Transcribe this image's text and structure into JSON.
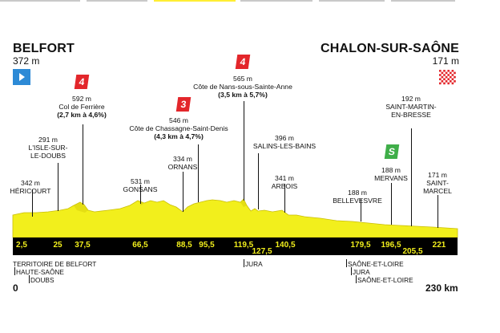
{
  "colors": {
    "profile_fill": "#f2ef1c",
    "profile_dark": "#d8cf0c",
    "km_band": "#000000",
    "cat_red": "#e3262b",
    "sprint_green": "#3fae49",
    "start_flag": "#2d8ad6",
    "finish_flag_red": "#e3262b",
    "topbar_yellow": "#ffee33",
    "topbar_grey": "#c9c9c9"
  },
  "start": {
    "name": "BELFORT",
    "altitude": "372 m",
    "flag_icon": "play-triangle-icon"
  },
  "finish": {
    "name": "CHALON-SUR-SAÔNE",
    "altitude": "171 m",
    "flag_icon": "checkered-flag-icon"
  },
  "axis": {
    "start_km": "0",
    "end_km": "230 km"
  },
  "places": [
    {
      "line1": "342 m",
      "line2": "HÉRICOURT"
    },
    {
      "line1": "291 m",
      "line2": "L'ISLE-SUR-",
      "line3": "LE-DOUBS"
    },
    {
      "line1": "592 m",
      "line2": "Col de Ferrière",
      "line3": "(2,7 km à 4,6%)"
    },
    {
      "line1": "531 m",
      "line2": "GONSANS"
    },
    {
      "line1": "334 m",
      "line2": "ORNANS"
    },
    {
      "line1": "546 m",
      "line2": "Côte de Chassagne-Saint-Denis",
      "line3": "(4,3 km à 4,7%)"
    },
    {
      "line1": "565 m",
      "line2": "Côte de Nans-sous-Sainte-Anne",
      "line3": "(3,5 km à 5,7%)"
    },
    {
      "line1": "396 m",
      "line2": "SALINS-LES-BAINS"
    },
    {
      "line1": "341 m",
      "line2": "ARBOIS"
    },
    {
      "line1": "188 m",
      "line2": "BELLEVESVRE"
    },
    {
      "line1": "188 m",
      "line2": "MERVANS"
    },
    {
      "line1": "192 m",
      "line2": "SAINT-MARTIN-",
      "line3": "EN-BRESSE"
    },
    {
      "line1": "171 m",
      "line2": "SAINT-",
      "line3": "MARCEL"
    }
  ],
  "climb_categories": [
    {
      "label": "4",
      "icon": "category-4-climb-icon"
    },
    {
      "label": "3",
      "icon": "category-3-climb-icon"
    },
    {
      "label": "4",
      "icon": "category-4-climb-icon"
    }
  ],
  "sprint": {
    "label": "S",
    "icon": "intermediate-sprint-icon"
  },
  "km_markers": [
    "2,5",
    "25",
    "37,5",
    "66,5",
    "88,5",
    "95,5",
    "119,5",
    "127,5",
    "140,5",
    "179,5",
    "196,5",
    "205,5",
    "221"
  ],
  "departments": [
    "TERRITOIRE DE BELFORT",
    "HAUTE-SAÔNE",
    "DOUBS",
    "JURA",
    "SAÔNE-ET-LOIRE",
    "JURA",
    "SAÔNE-ET-LOIRE"
  ]
}
